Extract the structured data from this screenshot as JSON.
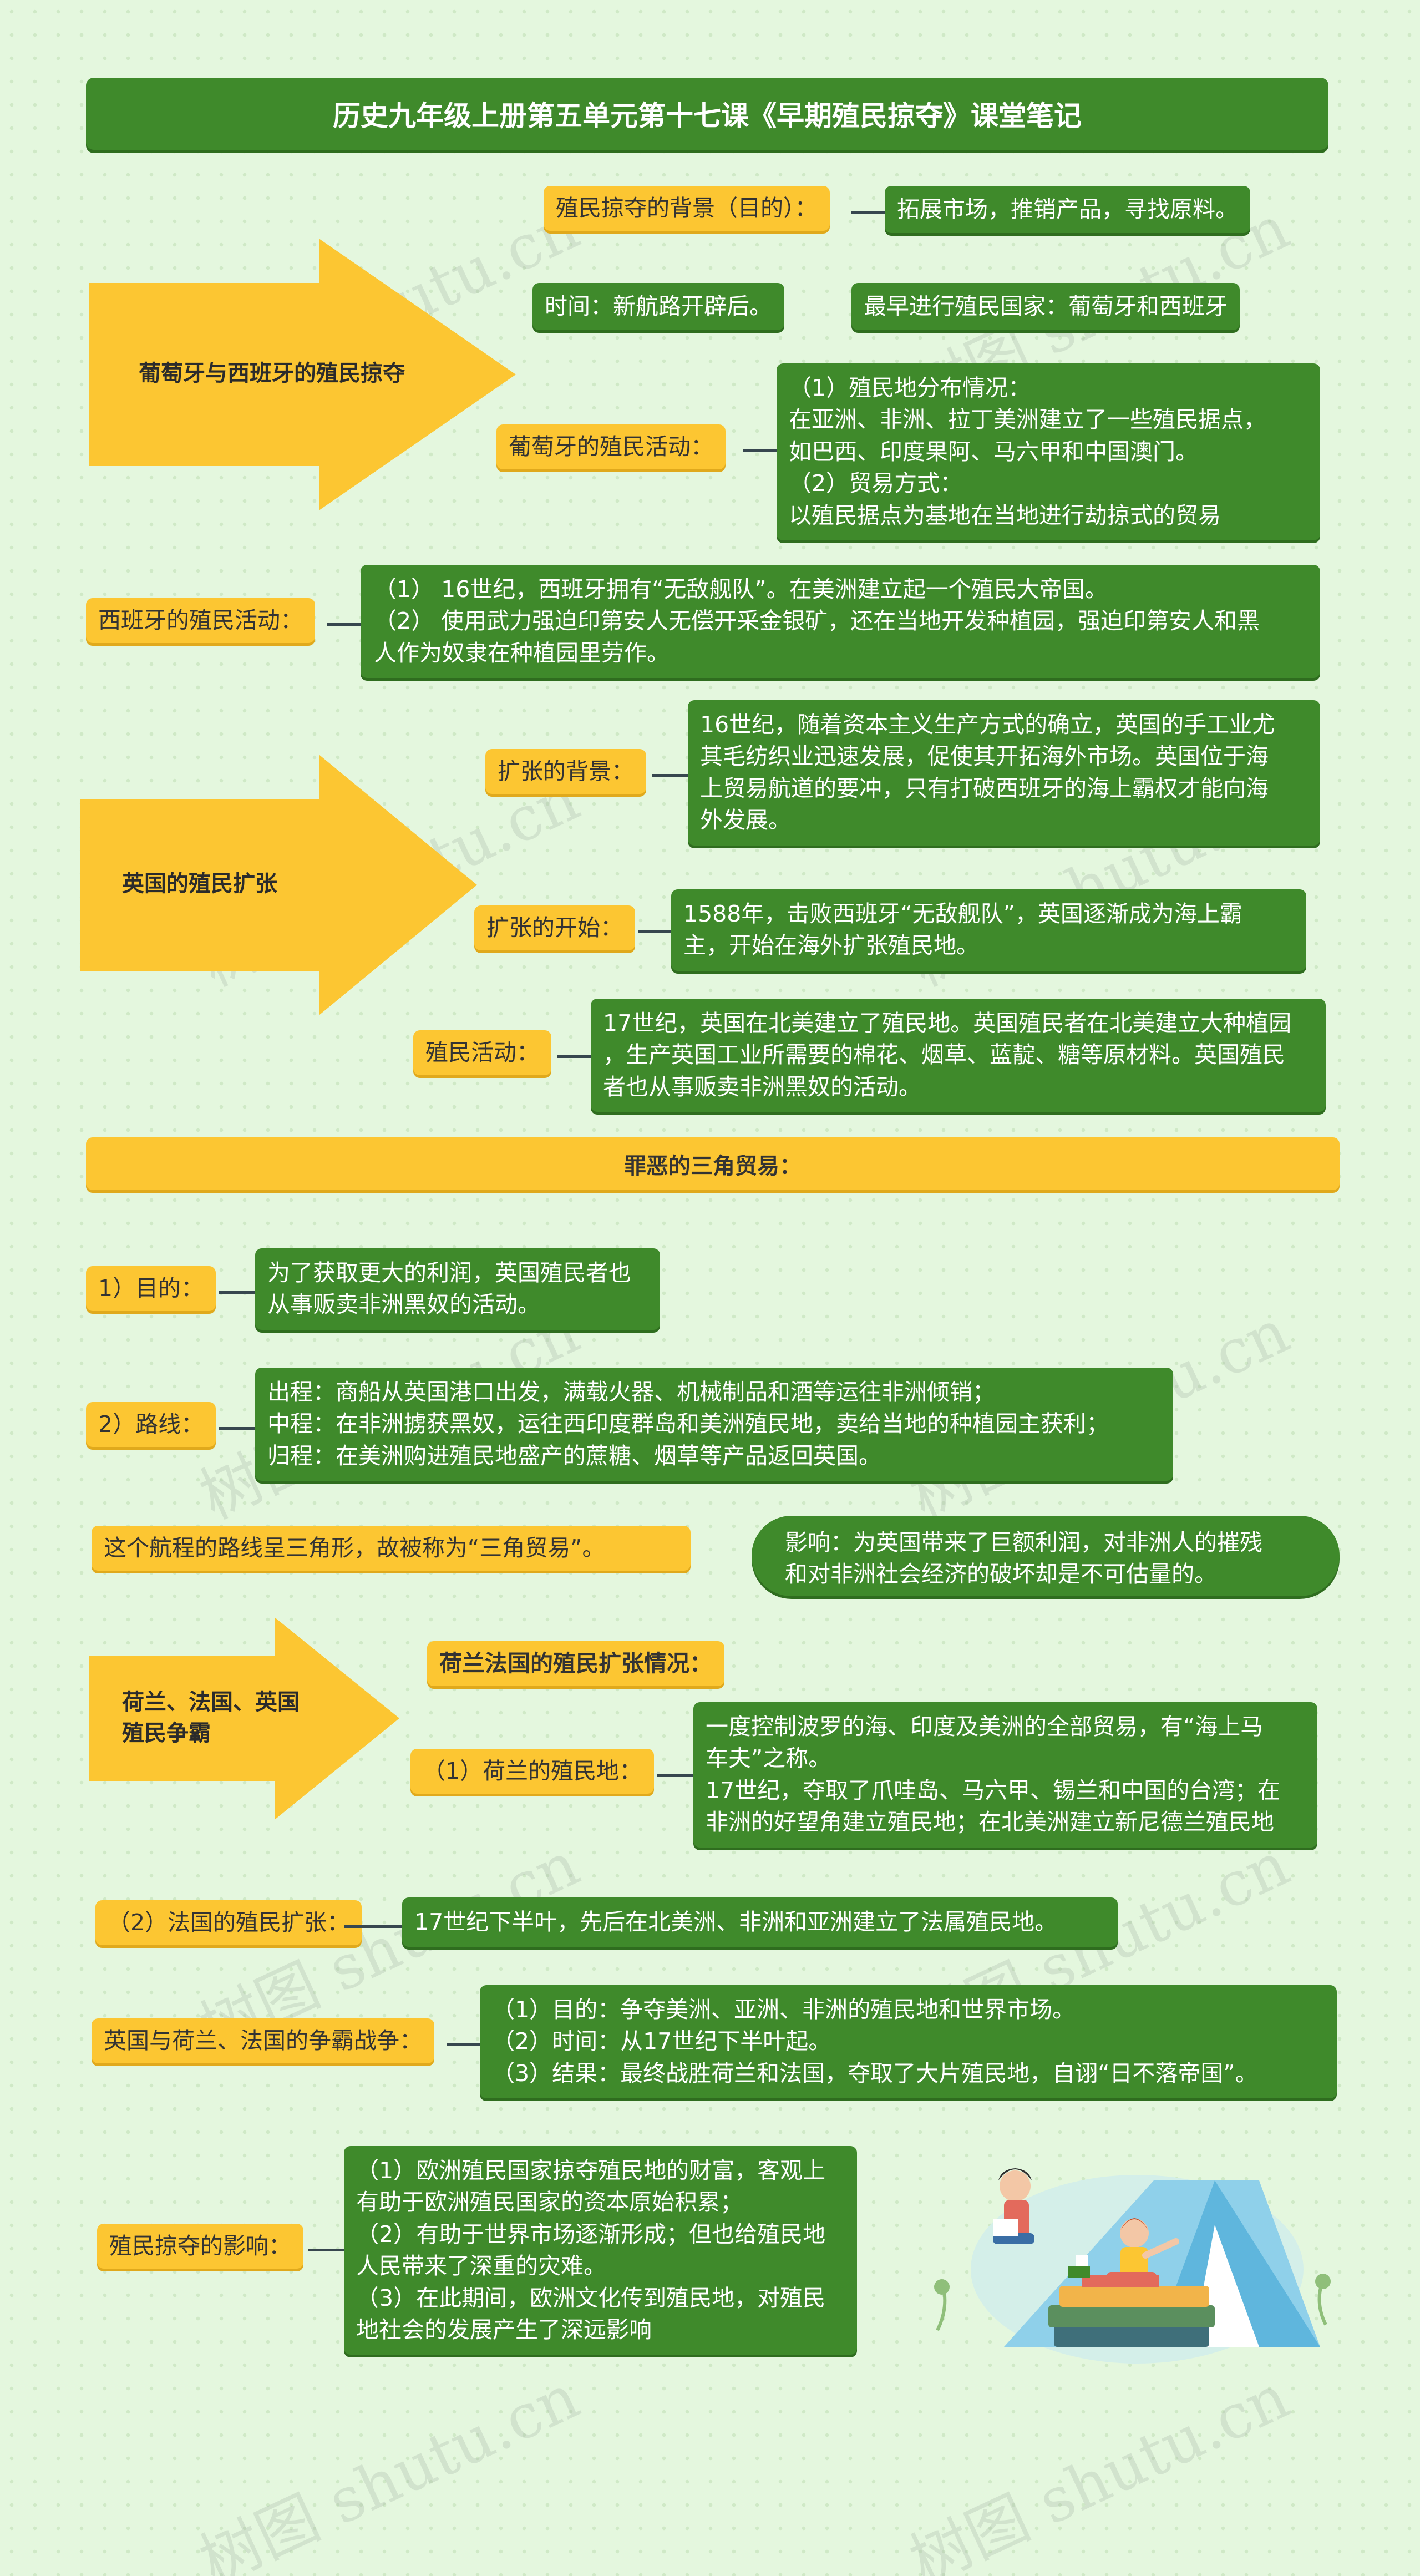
{
  "title": "历史九年级上册第五单元第十七课《早期殖民掠夺》课堂笔记",
  "watermark": "树图 shutu.cn",
  "colors": {
    "green": "#3f8a2b",
    "yellow": "#fcc632",
    "background": "#e4f7de"
  },
  "section1": {
    "arrow_label": "葡萄牙与西班牙的殖民掠夺",
    "background_label": "殖民掠夺的背景（目的）：",
    "background_value": "拓展市场，推销产品，寻找原料。",
    "time": "时间：新航路开辟后。",
    "earliest": "最早进行殖民国家：葡萄牙和西班牙",
    "portugal_label": "葡萄牙的殖民活动：",
    "portugal_lines": [
      "（1）殖民地分布情况：",
      "在亚洲、非洲、拉丁美洲建立了一些殖民据点，",
      "如巴西、印度果阿、马六甲和中国澳门。",
      "（2）贸易方式：",
      "以殖民据点为基地在当地进行劫掠式的贸易"
    ],
    "spain_label": "西班牙的殖民活动：",
    "spain_lines": [
      "（1） 16世纪，西班牙拥有“无敌舰队”。在美洲建立起一个殖民大帝国。",
      "（2） 使用武力强迫印第安人无偿开采金银矿，还在当地开发种植园，强迫印第安人和黑",
      "人作为奴隶在种植园里劳作。"
    ]
  },
  "section2": {
    "arrow_label": "英国的殖民扩张",
    "bg_label": "扩张的背景：",
    "bg_lines": [
      "16世纪，随着资本主义生产方式的确立，英国的手工业尤",
      "其毛纺织业迅速发展，促使其开拓海外市场。英国位于海",
      "上贸易航道的要冲，只有打破西班牙的海上霸权才能向海",
      "外发展。"
    ],
    "start_label": "扩张的开始：",
    "start_lines": [
      "1588年，击败西班牙“无敌舰队”，英国逐渐成为海上霸",
      "主，开始在海外扩张殖民地。"
    ],
    "activity_label": "殖民活动：",
    "activity_lines": [
      "17世纪，英国在北美建立了殖民地。英国殖民者在北美建立大种植园",
      "，生产英国工业所需要的棉花、烟草、蓝靛、糖等原材料。英国殖民",
      "者也从事贩卖非洲黑奴的活动。"
    ]
  },
  "section3": {
    "banner": "罪恶的三角贸易：",
    "purpose_label": "1）目的：",
    "purpose_lines": [
      "为了获取更大的利润，英国殖民者也",
      "从事贩卖非洲黑奴的活动。"
    ],
    "route_label": "2）路线：",
    "route_lines": [
      "出程：商船从英国港口出发，满载火器、机械制品和酒等运往非洲倾销；",
      "中程：在非洲掳获黑奴，运往西印度群岛和美洲殖民地，卖给当地的种植园主获利；",
      "归程：在美洲购进殖民地盛产的蔗糖、烟草等产品返回英国。"
    ],
    "triangle_note": "这个航程的路线呈三角形，故被称为“三角贸易”。",
    "impact_lines": [
      "影响：为英国带来了巨额利润，对非洲人的摧残",
      "和对非洲社会经济的破坏却是不可估量的。"
    ]
  },
  "section4": {
    "arrow_label_lines": [
      "荷兰、法国、英国",
      "殖民争霸"
    ],
    "dutch_french_header": "荷兰法国的殖民扩张情况：",
    "dutch_label": "（1）荷兰的殖民地：",
    "dutch_lines": [
      "一度控制波罗的海、印度及美洲的全部贸易，有“海上马",
      "车夫”之称。",
      "17世纪，夺取了爪哇岛、马六甲、锡兰和中国的台湾；在",
      "非洲的好望角建立殖民地；在北美洲建立新尼德兰殖民地"
    ],
    "french_label": "（2）法国的殖民扩张：",
    "french_value": "17世纪下半叶，先后在北美洲、非洲和亚洲建立了法属殖民地。",
    "war_label": "英国与荷兰、法国的争霸战争：",
    "war_lines": [
      "（1）目的：争夺美洲、亚洲、非洲的殖民地和世界市场。",
      "（2）时间：从17世纪下半叶起。",
      "（3）结果：最终战胜荷兰和法国，夺取了大片殖民地，自诩“日不落帝国”。"
    ],
    "influence_label": "殖民掠夺的影响：",
    "influence_lines": [
      "（1）欧洲殖民国家掠夺殖民地的财富，客观上",
      "有助于欧洲殖民国家的资本原始积累；",
      "（2）有助于世界市场逐渐形成；但也给殖民地",
      "人民带来了深重的灾难。",
      "（3）在此期间，欧洲文化传到殖民地，对殖民",
      "地社会的发展产生了深远影响"
    ]
  }
}
